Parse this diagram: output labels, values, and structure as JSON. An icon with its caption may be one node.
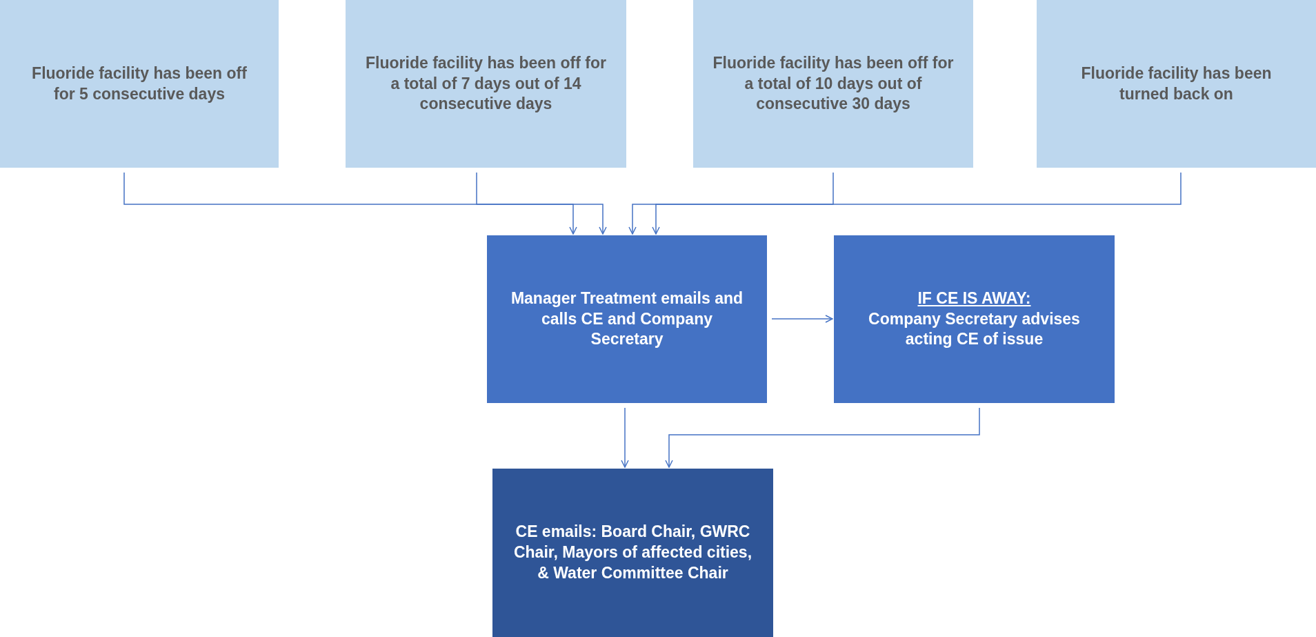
{
  "diagram": {
    "nodes": [
      {
        "text": [
          "Fluoride facility has been off for 5 consecutive days"
        ]
      },
      {
        "text": [
          "Fluoride facility has been off for a total of 7 days out of 14 consecutive days"
        ]
      },
      {
        "text": [
          "Fluoride facility has been off for a total of 10 days out of consecutive 30 days"
        ]
      },
      {
        "text": [
          "Fluoride facility has been turned back on"
        ]
      },
      {
        "text": [
          "Manager Treatment emails and calls CE and Company Secretary"
        ]
      },
      {
        "text": [
          "IF CE IS AWAY:",
          "Company Secretary advises acting CE of issue"
        ]
      },
      {
        "text": [
          "CE emails: Board Chair, GWRC Chair, Mayors of affected cities, & Water Committee Chair"
        ]
      }
    ],
    "edges": [
      {
        "from": 0,
        "to": 4,
        "arrow": "to"
      },
      {
        "from": 1,
        "to": 4,
        "arrow": "to"
      },
      {
        "from": 2,
        "to": 4,
        "arrow": "to"
      },
      {
        "from": 3,
        "to": 4,
        "arrow": "to"
      },
      {
        "from": 4,
        "to": 5,
        "arrow": "to"
      },
      {
        "from": 4,
        "to": 6,
        "arrow": "to"
      },
      {
        "from": 5,
        "to": 6,
        "arrow": "to"
      }
    ]
  }
}
